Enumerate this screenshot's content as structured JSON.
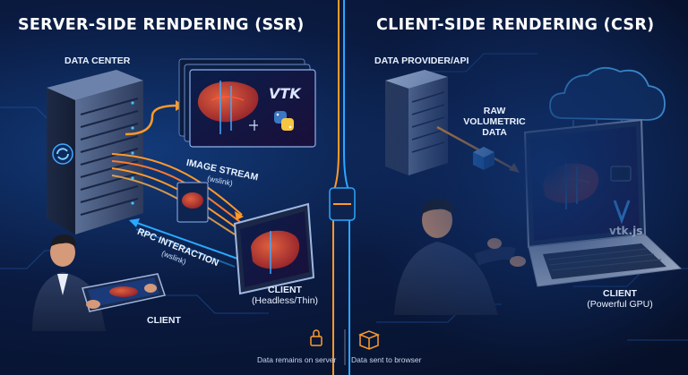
{
  "ssr": {
    "title": "SERVER-SIDE RENDERING (SSR)",
    "data_center": "DATA CENTER",
    "image_stream": "IMAGE STREAM",
    "image_stream_sub": "(wslink)",
    "rpc": "RPC INTERACTION",
    "rpc_sub": "(wslink)",
    "client_left": "CLIENT",
    "client_thin": "CLIENT",
    "client_thin_sub": "(Headless/Thin)",
    "vtk_logo": "VTK"
  },
  "csr": {
    "title": "CLIENT-SIDE RENDERING (CSR)",
    "provider": "DATA PROVIDER/API",
    "raw_1": "RAW",
    "raw_2": "VOLUMETRIC",
    "raw_3": "DATA",
    "client": "CLIENT",
    "client_sub": "(Powerful GPU)",
    "vtkjs_logo": "vtk.js"
  },
  "footer": {
    "server_note": "Data remains on server",
    "browser_note": "Data sent to browser"
  },
  "colors": {
    "accent_blue": "#2aa8ff",
    "accent_orange": "#ff9a2a",
    "organ": "#c0392b"
  }
}
